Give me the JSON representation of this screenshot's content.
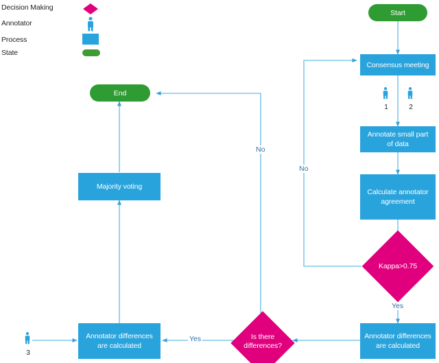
{
  "diagram": {
    "title": "Annotation workflow flowchart",
    "colors": {
      "process": "#29a3dc",
      "state": "#2e9b33",
      "decision": "#e0007e",
      "connector": "#7ec8e8",
      "label_text": "#2f6fa8"
    },
    "legend": [
      {
        "label": "Decision Making",
        "icon": "diamond-icon",
        "color": "#e0007e"
      },
      {
        "label": "Annotator",
        "icon": "person-icon",
        "color": "#29a3dc"
      },
      {
        "label": "Process",
        "icon": "rectangle-icon",
        "color": "#29a3dc"
      },
      {
        "label": "State",
        "icon": "rounded-rectangle-icon",
        "color": "#2e9b33"
      }
    ],
    "nodes": [
      {
        "id": "start",
        "type": "state",
        "label": "Start"
      },
      {
        "id": "consensus_meeting",
        "type": "process",
        "label": "Consensus meeting"
      },
      {
        "id": "annotate_small_part",
        "type": "process",
        "label": "Annotate small part of data"
      },
      {
        "id": "calculate_agreement",
        "type": "process",
        "label": "Calculate annotator agreement"
      },
      {
        "id": "kappa_decision",
        "type": "decision",
        "label": "Kappa>0.75"
      },
      {
        "id": "annotator_differences_right",
        "type": "process",
        "label": "Annotator differences are calculated"
      },
      {
        "id": "is_there_differences",
        "type": "decision",
        "label": "Is there differences?"
      },
      {
        "id": "annotator_differences_left",
        "type": "process",
        "label": "Annotator differences are calculated"
      },
      {
        "id": "majority_voting",
        "type": "process",
        "label": "Majority voting"
      },
      {
        "id": "end",
        "type": "state",
        "label": "End"
      }
    ],
    "annotators": [
      {
        "id": "annotator-1",
        "number": "1"
      },
      {
        "id": "annotator-2",
        "number": "2"
      },
      {
        "id": "annotator-3",
        "number": "3"
      }
    ],
    "edge_labels": [
      {
        "id": "kappa-no",
        "text": "No"
      },
      {
        "id": "differences-no",
        "text": "No"
      },
      {
        "id": "kappa-yes",
        "text": "Yes"
      },
      {
        "id": "differences-yes",
        "text": "Yes"
      }
    ]
  }
}
